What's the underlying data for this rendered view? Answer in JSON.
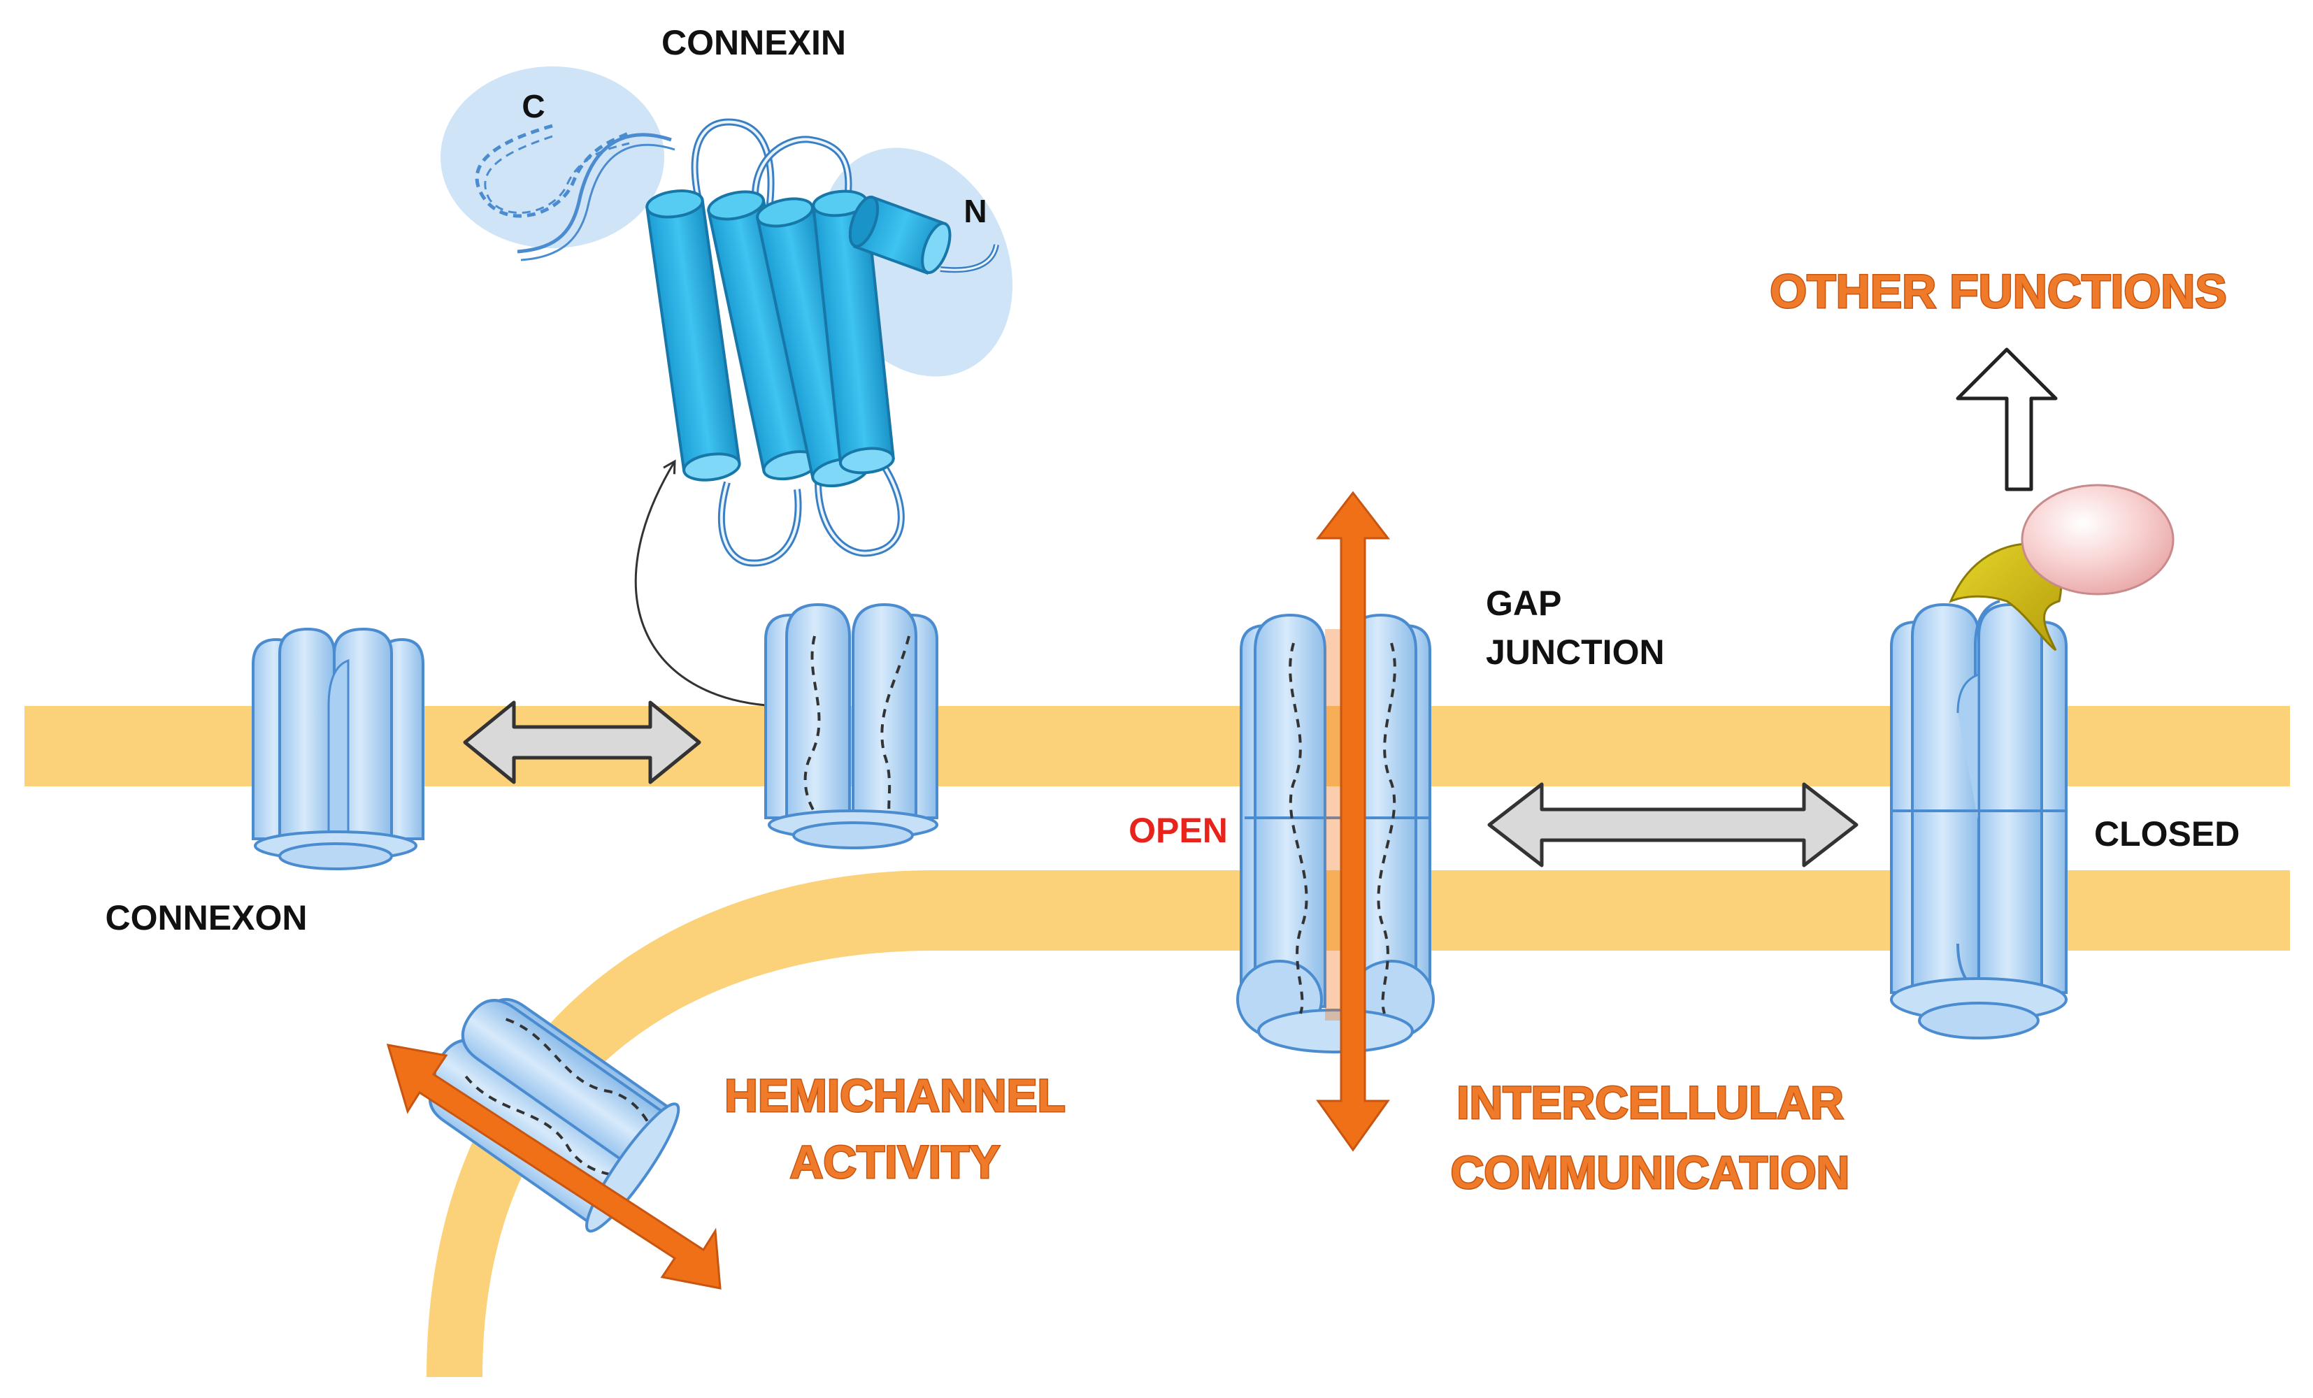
{
  "labels": {
    "connexin": "CONNEXIN",
    "c_terminus": "C",
    "n_terminus": "N",
    "connexon": "CONNEXON",
    "gap_junction_line1": "GAP",
    "gap_junction_line2": "JUNCTION",
    "open": "OPEN",
    "closed": "CLOSED",
    "other_functions": "OTHER FUNCTIONS",
    "hemichannel_line1": "HEMICHANNEL",
    "hemichannel_line2": "ACTIVITY",
    "intercellular_line1": "INTERCELLULAR",
    "intercellular_line2": "COMMUNICATION"
  },
  "colors": {
    "membrane": "#fbd27a",
    "channel_fill": "#b8d8f5",
    "channel_stroke": "#4a8ccf",
    "helix": "#2ab3e6",
    "arrow_orange": "#f07018",
    "arrow_gray": "#d9d9d9",
    "halo": "#cfe4f7",
    "yellow_protein": "#d4c01a",
    "pink_protein": "#f6c8c8",
    "open_red": "#e8231c",
    "orange_text": "#ee7a2a"
  }
}
